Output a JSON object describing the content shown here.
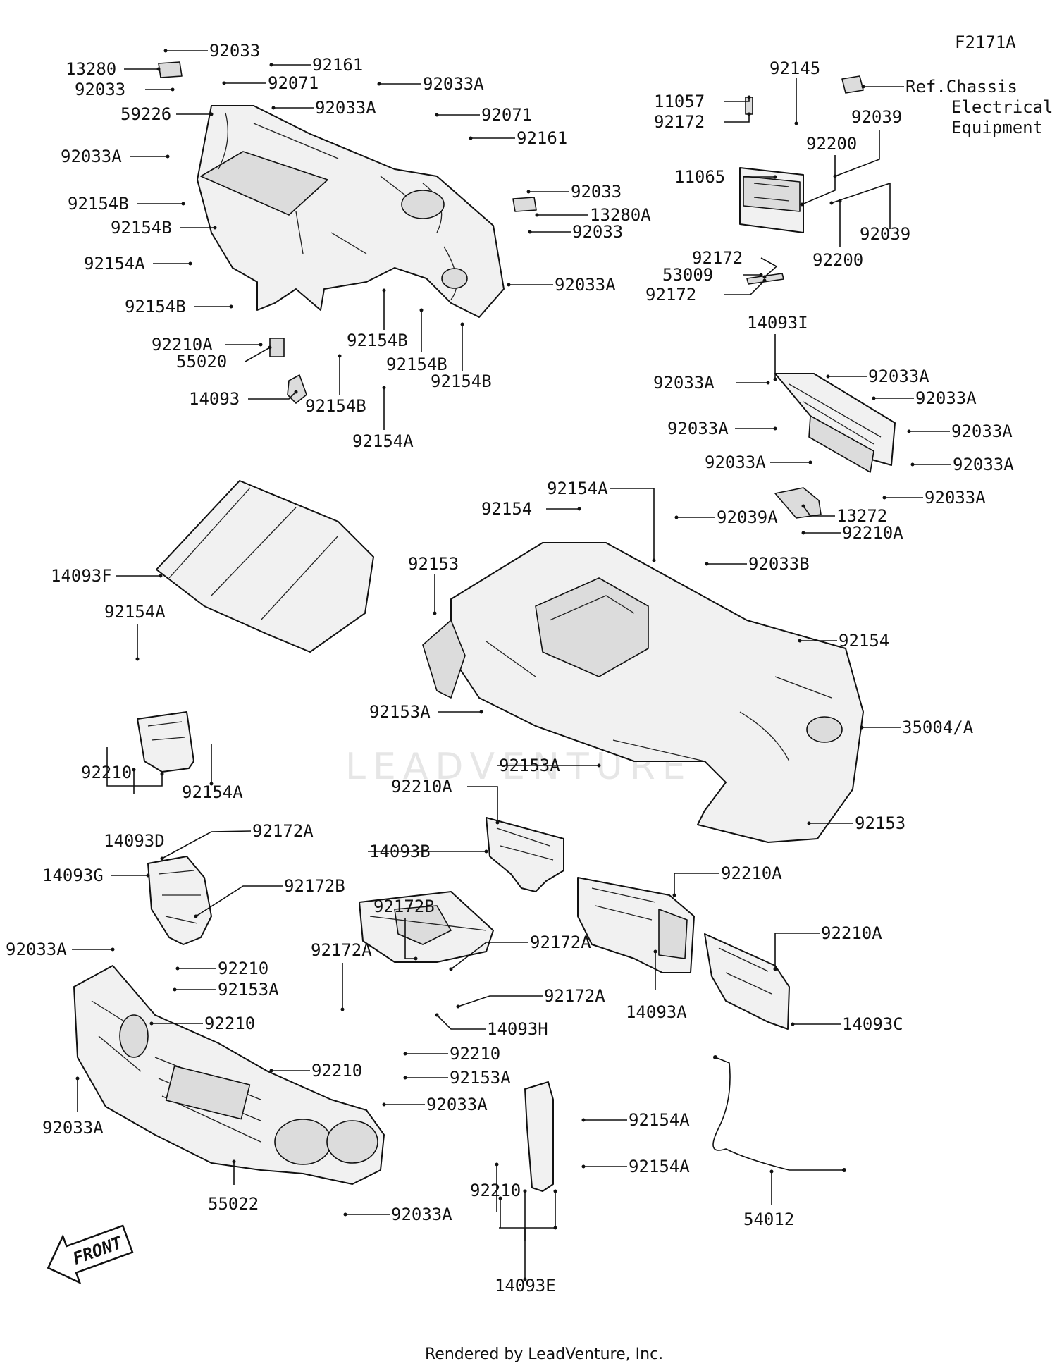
{
  "figure_code": "F2171A",
  "watermark": "LEADVENTURE",
  "footer": "Rendered by LeadVenture, Inc.",
  "front_arrow_label": "FRONT",
  "ref_note": [
    "Ref.Chassis",
    "Electrical",
    "Equipment"
  ],
  "callouts": [
    {
      "id": "c01",
      "text": "92033"
    },
    {
      "id": "c02",
      "text": "13280"
    },
    {
      "id": "c03",
      "text": "92161"
    },
    {
      "id": "c04",
      "text": "92033"
    },
    {
      "id": "c05",
      "text": "92071"
    },
    {
      "id": "c06",
      "text": "92033A"
    },
    {
      "id": "c07",
      "text": "59226"
    },
    {
      "id": "c08",
      "text": "92033A"
    },
    {
      "id": "c09",
      "text": "92071"
    },
    {
      "id": "c10",
      "text": "92161"
    },
    {
      "id": "c11",
      "text": "92033A"
    },
    {
      "id": "c12",
      "text": "92033"
    },
    {
      "id": "c13",
      "text": "13280A"
    },
    {
      "id": "c14",
      "text": "92033"
    },
    {
      "id": "c15",
      "text": "92154B"
    },
    {
      "id": "c16",
      "text": "92154B"
    },
    {
      "id": "c17",
      "text": "92154A"
    },
    {
      "id": "c18",
      "text": "92033A"
    },
    {
      "id": "c19",
      "text": "92154B"
    },
    {
      "id": "c20",
      "text": "92154B"
    },
    {
      "id": "c21",
      "text": "92154B"
    },
    {
      "id": "c22",
      "text": "92154B"
    },
    {
      "id": "c23",
      "text": "92210A"
    },
    {
      "id": "c24",
      "text": "55020"
    },
    {
      "id": "c25",
      "text": "14093"
    },
    {
      "id": "c26",
      "text": "92154B"
    },
    {
      "id": "c27",
      "text": "92154A"
    },
    {
      "id": "c28",
      "text": "92145"
    },
    {
      "id": "c29",
      "text": "11057"
    },
    {
      "id": "c30",
      "text": "92172"
    },
    {
      "id": "c31",
      "text": "92039"
    },
    {
      "id": "c32",
      "text": "92200"
    },
    {
      "id": "c33",
      "text": "11065"
    },
    {
      "id": "c34",
      "text": "92039"
    },
    {
      "id": "c35",
      "text": "92200"
    },
    {
      "id": "c36",
      "text": "92172"
    },
    {
      "id": "c37",
      "text": "53009"
    },
    {
      "id": "c38",
      "text": "92172"
    },
    {
      "id": "c39",
      "text": "14093I"
    },
    {
      "id": "c40",
      "text": "92033A"
    },
    {
      "id": "c41",
      "text": "92033A"
    },
    {
      "id": "c42",
      "text": "92033A"
    },
    {
      "id": "c43",
      "text": "92033A"
    },
    {
      "id": "c44",
      "text": "92033A"
    },
    {
      "id": "c45",
      "text": "92033A"
    },
    {
      "id": "c46",
      "text": "92033A"
    },
    {
      "id": "c47",
      "text": "92033A"
    },
    {
      "id": "c48",
      "text": "13272"
    },
    {
      "id": "c49",
      "text": "92210A"
    },
    {
      "id": "c50",
      "text": "92154A"
    },
    {
      "id": "c51",
      "text": "92154"
    },
    {
      "id": "c52",
      "text": "92039A"
    },
    {
      "id": "c53",
      "text": "92033B"
    },
    {
      "id": "c54",
      "text": "92153"
    },
    {
      "id": "c55",
      "text": "14093F"
    },
    {
      "id": "c56",
      "text": "92154A"
    },
    {
      "id": "c57",
      "text": "92154"
    },
    {
      "id": "c58",
      "text": "92153A"
    },
    {
      "id": "c59",
      "text": "35004/A"
    },
    {
      "id": "c60",
      "text": "92153A"
    },
    {
      "id": "c61",
      "text": "92210"
    },
    {
      "id": "c62",
      "text": "92154A"
    },
    {
      "id": "c63",
      "text": "14093D"
    },
    {
      "id": "c64",
      "text": "92210A"
    },
    {
      "id": "c65",
      "text": "92153"
    },
    {
      "id": "c66",
      "text": "92172A"
    },
    {
      "id": "c67",
      "text": "14093B"
    },
    {
      "id": "c68",
      "text": "14093G"
    },
    {
      "id": "c69",
      "text": "92172B"
    },
    {
      "id": "c70",
      "text": "92210A"
    },
    {
      "id": "c71",
      "text": "92210A"
    },
    {
      "id": "c72",
      "text": "92172B"
    },
    {
      "id": "c73",
      "text": "92033A"
    },
    {
      "id": "c74",
      "text": "92172A"
    },
    {
      "id": "c75",
      "text": "92172A"
    },
    {
      "id": "c76",
      "text": "92210"
    },
    {
      "id": "c77",
      "text": "92153A"
    },
    {
      "id": "c78",
      "text": "92172A"
    },
    {
      "id": "c79",
      "text": "14093A"
    },
    {
      "id": "c80",
      "text": "14093C"
    },
    {
      "id": "c81",
      "text": "92210"
    },
    {
      "id": "c82",
      "text": "14093H"
    },
    {
      "id": "c83",
      "text": "92210"
    },
    {
      "id": "c84",
      "text": "92210"
    },
    {
      "id": "c85",
      "text": "92153A"
    },
    {
      "id": "c86",
      "text": "92033A"
    },
    {
      "id": "c87",
      "text": "92033A"
    },
    {
      "id": "c88",
      "text": "92154A"
    },
    {
      "id": "c89",
      "text": "92154A"
    },
    {
      "id": "c90",
      "text": "92210"
    },
    {
      "id": "c91",
      "text": "55022"
    },
    {
      "id": "c92",
      "text": "92033A"
    },
    {
      "id": "c93",
      "text": "54012"
    },
    {
      "id": "c94",
      "text": "14093E"
    }
  ]
}
